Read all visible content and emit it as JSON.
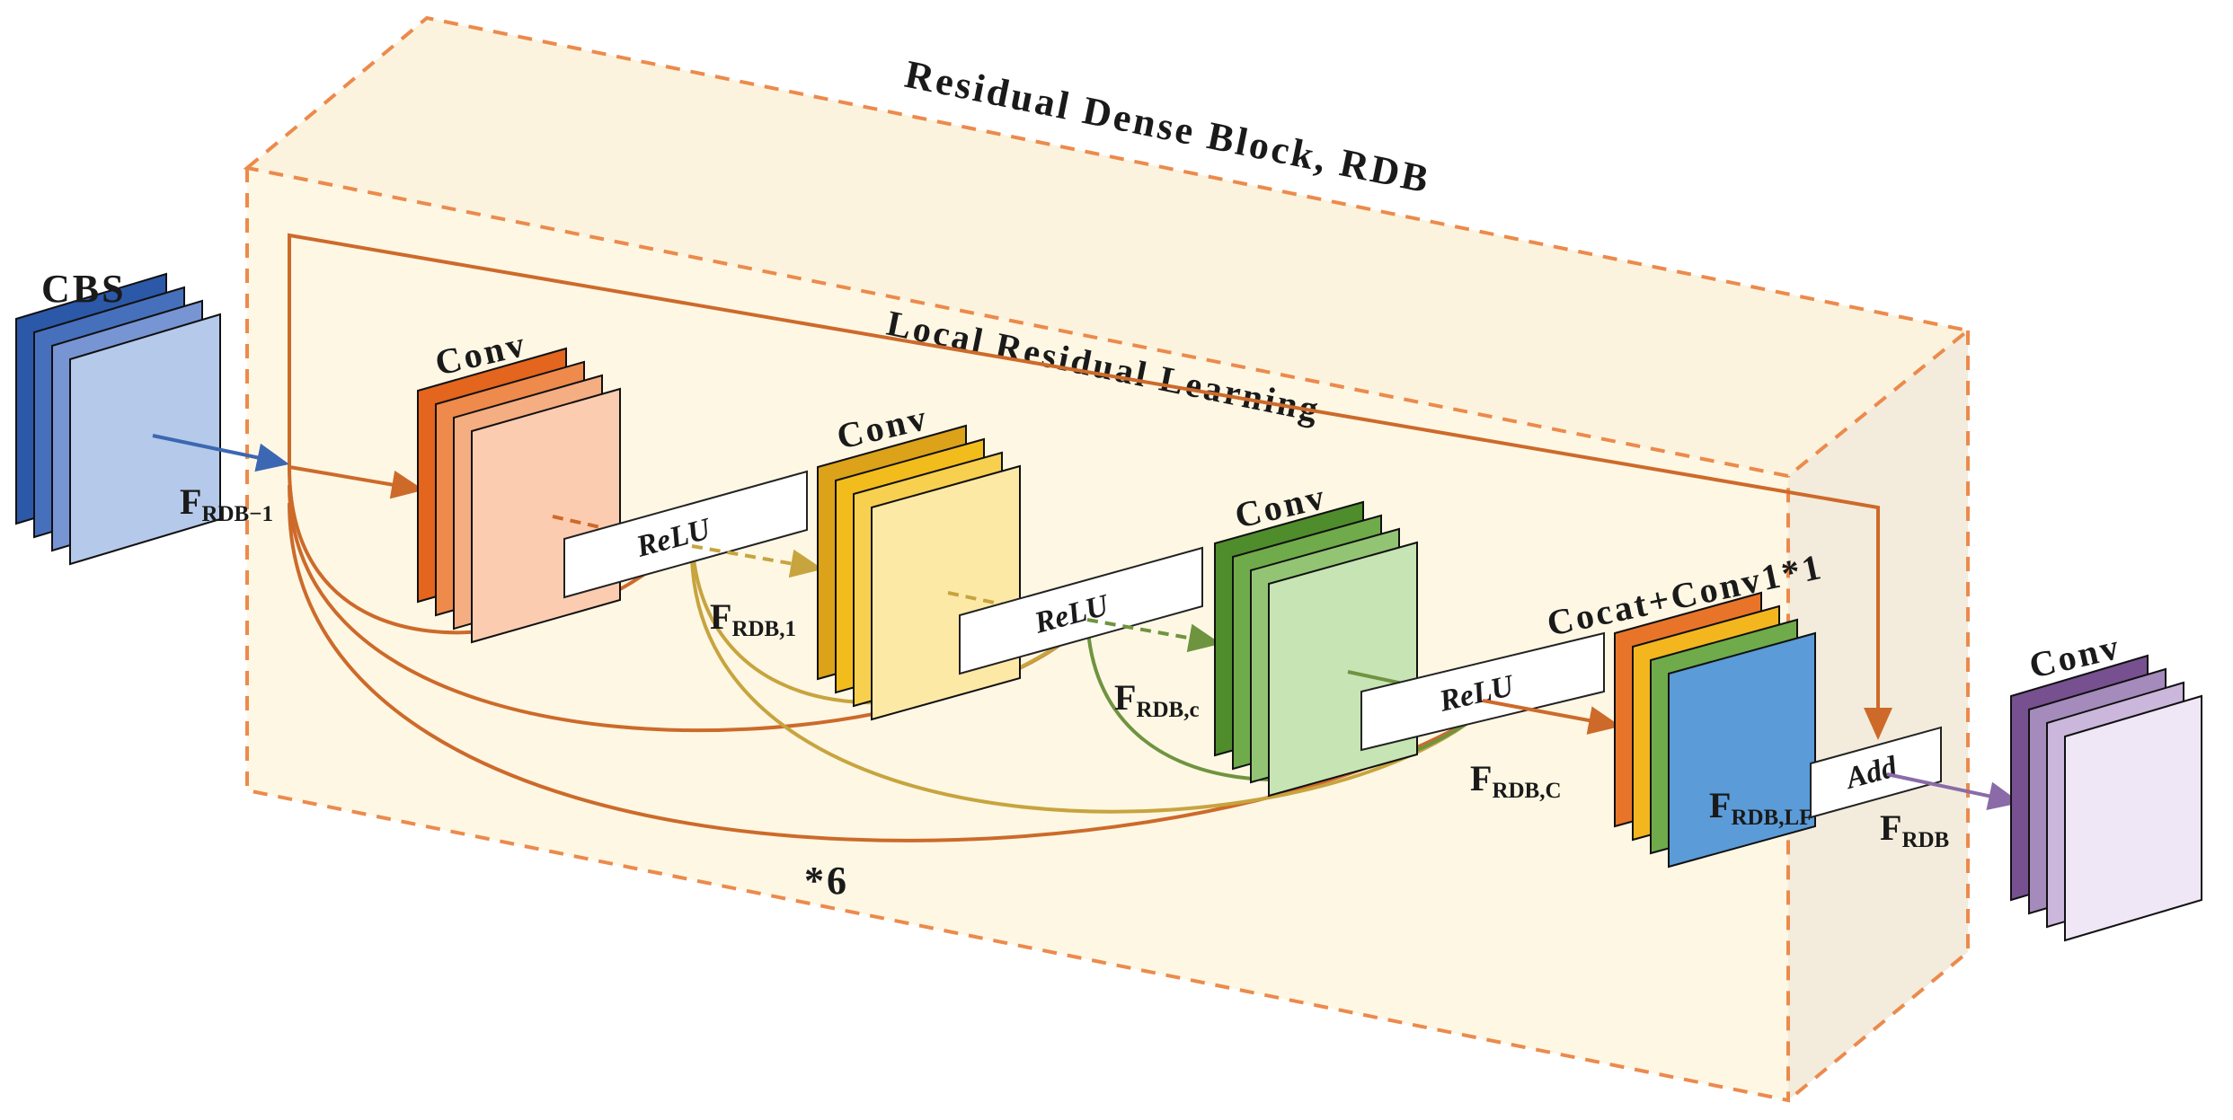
{
  "colors": {
    "rdb_fill": "#fdf7e4",
    "rdb_dash": "#ec8a4c",
    "skip_line": "#cd6a2a",
    "cbs": [
      "#2c58a8",
      "#4770bc",
      "#7795d3",
      "#b5c9ea"
    ],
    "conv1": [
      "#e3651e",
      "#ee8a4c",
      "#f5ad82",
      "#fcccb1"
    ],
    "conv2": [
      "#dba21a",
      "#f2bc1c",
      "#f7d050",
      "#fde9a6"
    ],
    "conv3": [
      "#4f8c2c",
      "#6fab4a",
      "#93c474",
      "#c7e4b4"
    ],
    "concat": [
      "#e8742a",
      "#f4b61e",
      "#6fab4a",
      "#5a9bd8"
    ],
    "conv_out": [
      "#76508f",
      "#a58abc",
      "#cbb7db",
      "#efe7f6"
    ],
    "arrow_in": "#3c67b2",
    "arrow_out": "#8a6ba8",
    "conn_yellow": "#c7a43e",
    "conn_green": "#6f9440"
  },
  "labels": {
    "rdb_title": "Residual Dense Block, RDB",
    "local_residual": "Local Residual Learning",
    "cbs": "CBS",
    "conv1": "Conv",
    "conv2": "Conv",
    "conv3": "Conv",
    "concat": "Cocat+Conv1*1",
    "conv_out": "Conv",
    "relu1": "ReLU",
    "relu2": "ReLU",
    "relu3": "ReLU",
    "add": "Add",
    "repeat": "*6"
  },
  "features": {
    "f_in": {
      "main": "F",
      "sub": "RDB−1"
    },
    "f1": {
      "main": "F",
      "sub": "RDB,1"
    },
    "fc": {
      "main": "F",
      "sub": "RDB,c"
    },
    "fC": {
      "main": "F",
      "sub": "RDB,C"
    },
    "fLF": {
      "main": "F",
      "sub": "RDB,LF"
    },
    "fout": {
      "main": "F",
      "sub": "RDB"
    }
  }
}
